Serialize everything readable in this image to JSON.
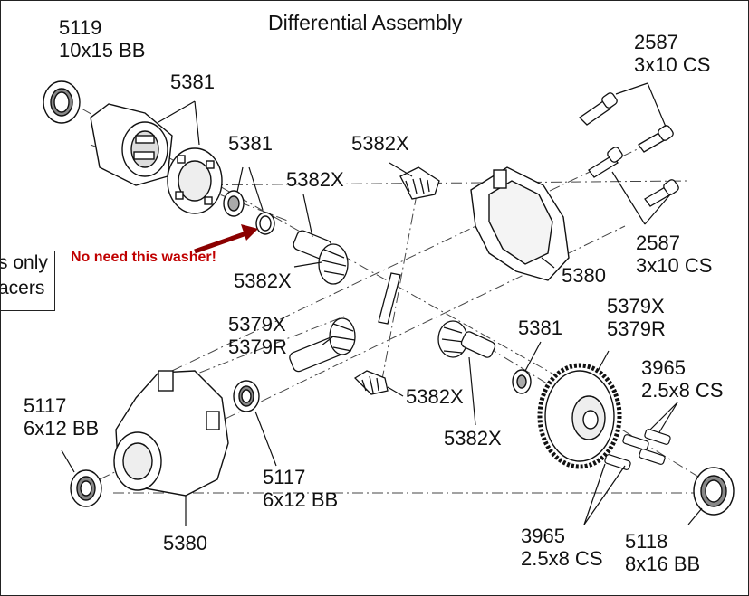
{
  "title": "Differential Assembly",
  "note": "No need this washer!",
  "side_note": {
    "line1": "s only",
    "line2": "acers"
  },
  "labels": {
    "bb_5119": {
      "part": "5119",
      "desc": "10x15 BB"
    },
    "case_5381": "5381",
    "washer_5381_top": "5381",
    "gear_5382x_top": "5382X",
    "gear_5382x_mid": "5382X",
    "gear_5382x_left": "5382X",
    "screw_2587_top": {
      "part": "2587",
      "desc": "3x10 CS"
    },
    "screw_2587_bottom": {
      "part": "2587",
      "desc": "3x10 CS"
    },
    "housing_5380_right": "5380",
    "pinion_5379_left": {
      "part": "5379X",
      "desc": "5379R"
    },
    "washer_5381_right": "5381",
    "ring_5379_right": {
      "part": "5379X",
      "desc": "5379R"
    },
    "screw_3965_top": {
      "part": "3965",
      "desc": "2.5x8 CS"
    },
    "gear_5382x_bottom_mid": "5382X",
    "gear_5382x_bottom_right": "5382X",
    "bb_5117_left": {
      "part": "5117",
      "desc": "6x12 BB"
    },
    "bb_5117_mid": {
      "part": "5117",
      "desc": "6x12 BB"
    },
    "housing_5380_bottom": "5380",
    "screw_3965_bottom": {
      "part": "3965",
      "desc": "2.5x8 CS"
    },
    "bb_5118": {
      "part": "5118",
      "desc": "8x16 BB"
    }
  },
  "colors": {
    "ink": "#111111",
    "note": "#c00000",
    "arrow": "#8b0000"
  }
}
